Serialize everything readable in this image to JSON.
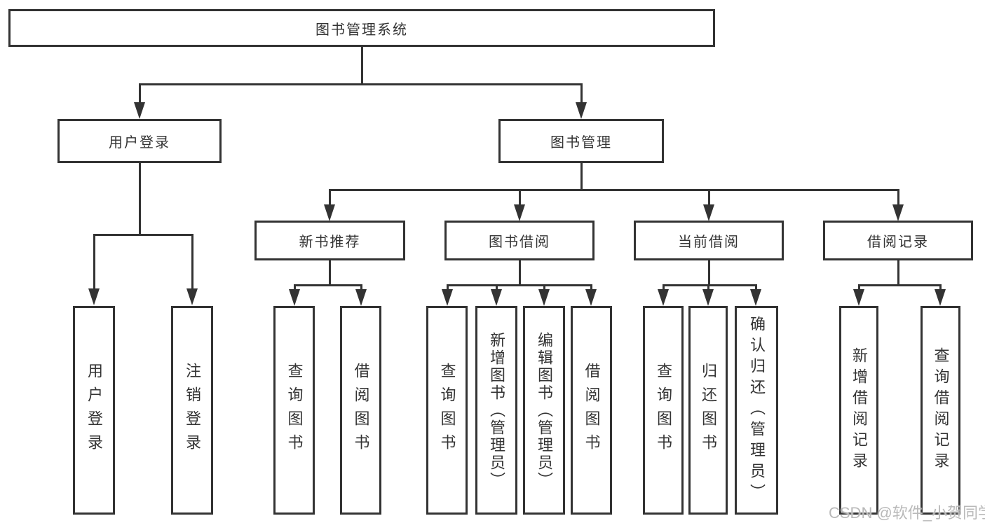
{
  "diagram_title": "图书管理系统",
  "nodes": {
    "root": "图书管理系统",
    "user_login": "用户登录",
    "book_mgmt": "图书管理",
    "new_book_rec": "新书推荐",
    "book_borrow": "图书借阅",
    "current_borrow": "当前借阅",
    "borrow_records": "借阅记录",
    "ul_user_login": "用户登录",
    "ul_logout": "注销登录",
    "nr_query_book": "查询图书",
    "nr_borrow_book": "借阅图书",
    "bb_query_book": "查询图书",
    "bb_add_book": "新增图书（管理员）",
    "bb_edit_book": "编辑图书（管理员）",
    "bb_borrow_book": "借阅图书",
    "cb_query_book": "查询图书",
    "cb_return_book": "归还图书",
    "cb_confirm_return": "确认归还（管理员）",
    "br_add_record": "新增借阅记录",
    "br_query_record": "查询借阅记录"
  },
  "hierarchy": {
    "图书管理系统": {
      "用户登录": [
        "用户登录",
        "注销登录"
      ],
      "图书管理": {
        "新书推荐": [
          "查询图书",
          "借阅图书"
        ],
        "图书借阅": [
          "查询图书",
          "新增图书（管理员）",
          "编辑图书（管理员）",
          "借阅图书"
        ],
        "当前借阅": [
          "查询图书",
          "归还图书",
          "确认归还（管理员）"
        ],
        "借阅记录": [
          "新增借阅记录",
          "查询借阅记录"
        ]
      }
    }
  },
  "watermark": "CSDN @软件_小贺同学",
  "colors": {
    "line": "#333333",
    "text": "#333333",
    "box_background": "#ffffff",
    "page_background": "#ffffff",
    "watermark": "#b9b9b9"
  }
}
